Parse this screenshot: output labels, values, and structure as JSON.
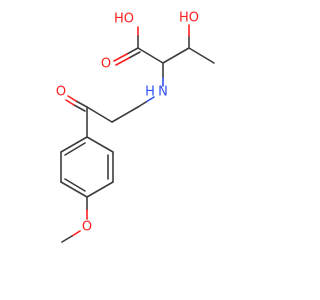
{
  "colors": {
    "bond": "#3c3c3c",
    "oxygen": "#ff1f1f",
    "nitrogen": "#3050f8"
  },
  "atoms": {
    "acid_oh": "HO",
    "acid_o": "O",
    "hydroxyl": "HO",
    "amine": "N",
    "amine_h": "H",
    "ketone_o": "O",
    "methoxy_o": "O"
  }
}
